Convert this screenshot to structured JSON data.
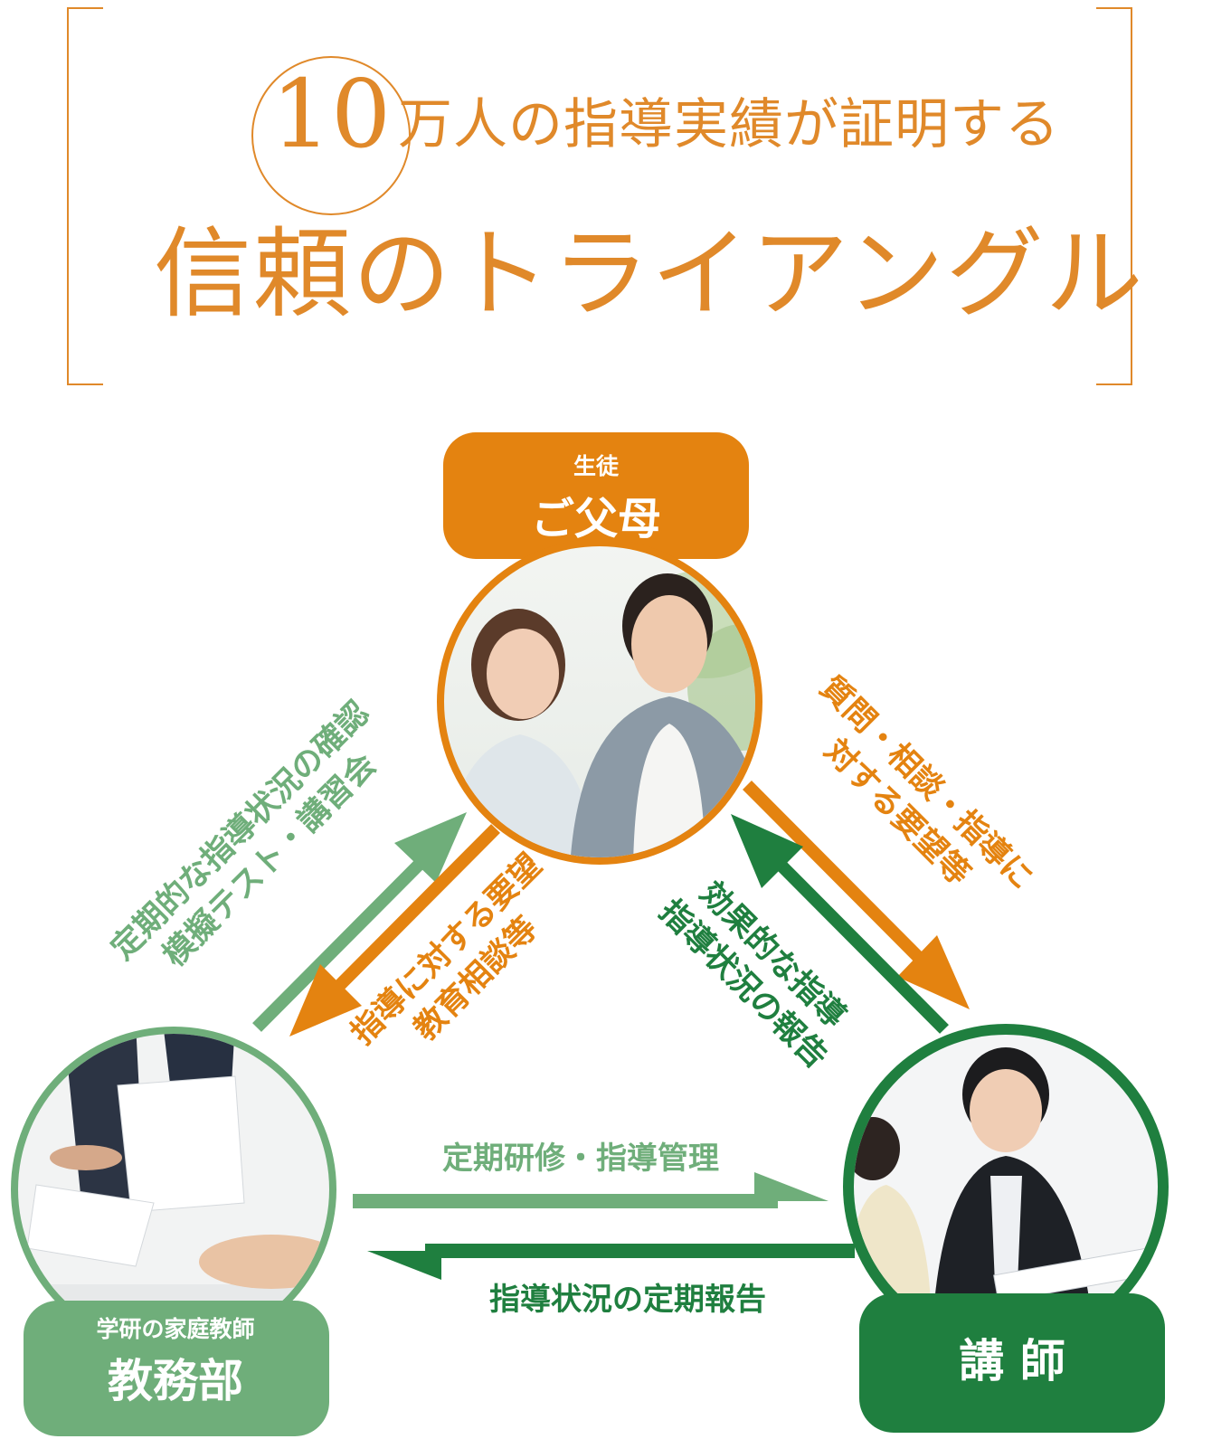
{
  "header": {
    "number": "10",
    "subtitle": "万人の指導実績が証明する",
    "title": "信頼のトライアングル"
  },
  "nodes": {
    "parents": {
      "sub": "生徒",
      "main": "ご父母"
    },
    "office": {
      "sub": "学研の家庭教師",
      "main": "教務部"
    },
    "tutor": {
      "main": "講 師"
    }
  },
  "arrows": {
    "office_to_parents": [
      "定期的な指導状況の確認",
      "模擬テスト・講習会"
    ],
    "parents_to_office": [
      "指導に対する要望",
      "教育相談等"
    ],
    "parents_to_tutor": [
      "質問・相談・指導に",
      "対する要望等"
    ],
    "tutor_to_parents": [
      "効果的な指導",
      "指導状況の報告"
    ],
    "office_to_tutor": "定期研修・指導管理",
    "tutor_to_office": "指導状況の定期報告"
  },
  "colors": {
    "orange": "#e48310",
    "light_green": "#6fae7a",
    "dark_green": "#1f7f3f",
    "title": "#e0892a"
  }
}
